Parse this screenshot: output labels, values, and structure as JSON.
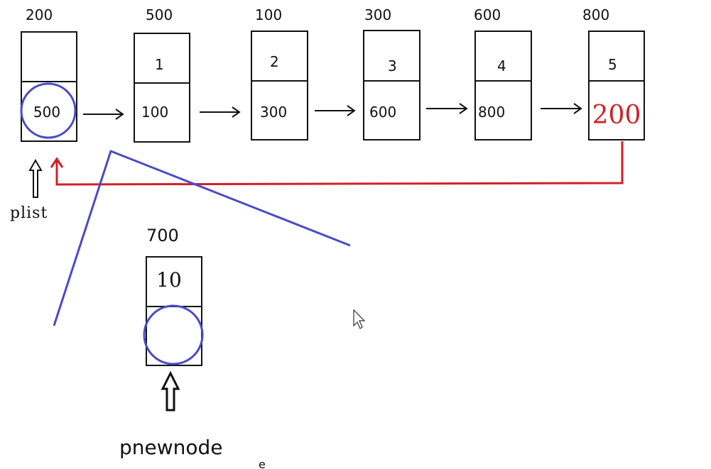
{
  "nodes": [
    {
      "address": "200",
      "data": "",
      "next": "500"
    },
    {
      "address": "500",
      "data": "1",
      "next": "100"
    },
    {
      "address": "100",
      "data": "2",
      "next": "300"
    },
    {
      "address": "300",
      "data": "3",
      "next": "600"
    },
    {
      "address": "600",
      "data": "4",
      "next": "800"
    },
    {
      "address": "800",
      "data": "5",
      "next": "200"
    }
  ],
  "new_node": {
    "address": "700",
    "data": "10",
    "next": ""
  },
  "labels": {
    "plist": "plist",
    "pnewnode": "pnewnode",
    "stray": "e"
  },
  "colors": {
    "ink": "#111111",
    "highlight_red": "#d0202a",
    "annotation_blue": "#4a4ac8"
  }
}
